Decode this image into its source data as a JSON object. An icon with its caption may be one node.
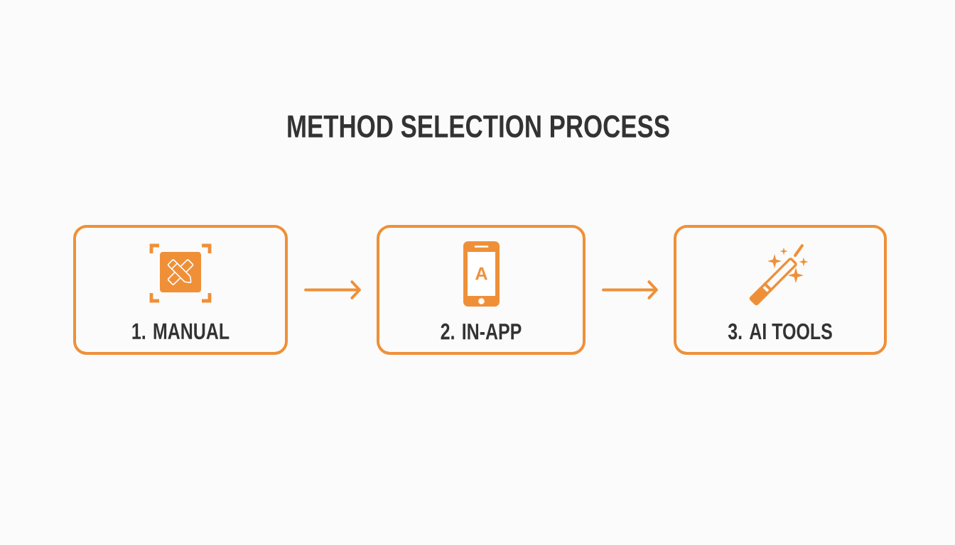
{
  "diagram": {
    "title": "METHOD SELECTION PROCESS",
    "nodes": [
      {
        "text": [
          "1. MANUAL"
        ]
      },
      {
        "text": [
          "2. IN-APP"
        ]
      },
      {
        "text": [
          "3. AI TOOLS"
        ]
      }
    ],
    "edges": [
      {
        "from": 0,
        "to": 1,
        "arrow": "to"
      },
      {
        "from": 1,
        "to": 2,
        "arrow": "to"
      }
    ],
    "labels": [
      "A"
    ]
  }
}
